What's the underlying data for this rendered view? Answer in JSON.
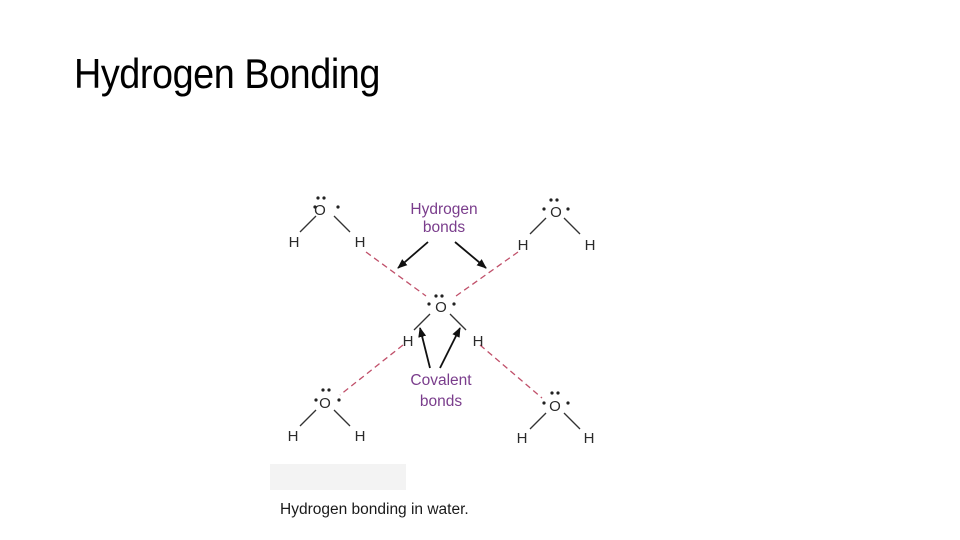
{
  "slide": {
    "title": "Hydrogen Bonding"
  },
  "diagram": {
    "atoms": {
      "oxygen": "O",
      "hydrogen": "H"
    },
    "labels": {
      "hydrogen_bonds_line1": "Hydrogen",
      "hydrogen_bonds_line2": "bonds",
      "covalent_bonds_line1": "Covalent",
      "covalent_bonds_line2": "bonds"
    },
    "caption": "Hydrogen bonding in water.",
    "colors": {
      "label": "#7a3d8c",
      "hydrogen_bond": "#c0506a",
      "covalent_bond": "#333333",
      "arrow": "#111111"
    }
  }
}
